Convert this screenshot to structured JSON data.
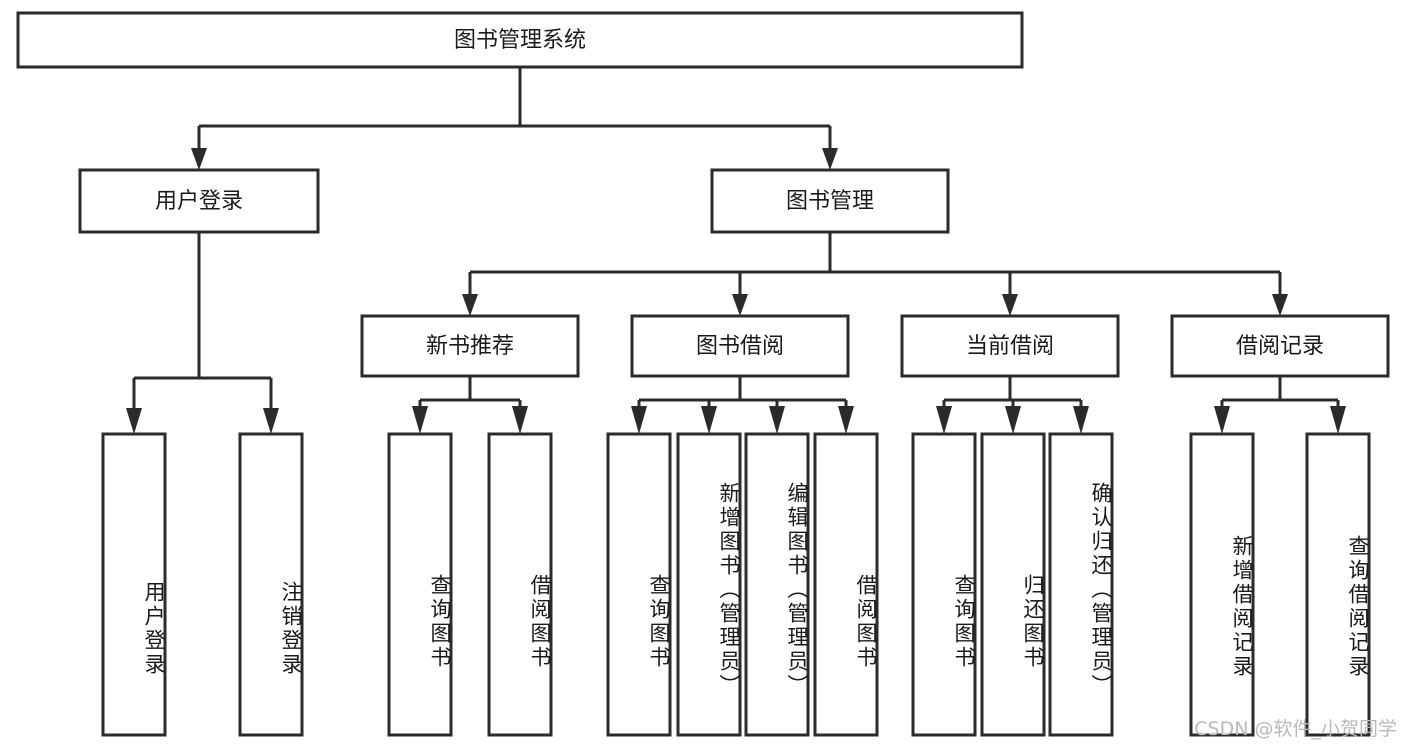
{
  "diagram": {
    "type": "tree",
    "title": "图书管理系统",
    "orientation": "top-down",
    "watermark": "CSDN @软件_小贺同学",
    "colors": {
      "box_fill": "#ffffff",
      "box_stroke": "#2b2b2b",
      "connector": "#2b2b2b",
      "text": "#1a1a1a",
      "watermark": "#b9b9b9",
      "background": "#ffffff"
    },
    "root": {
      "label": "图书管理系统",
      "level": 0
    },
    "level2": [
      {
        "label": "用户登录"
      },
      {
        "label": "图书管理"
      }
    ],
    "level3": [
      {
        "label": "新书推荐"
      },
      {
        "label": "图书借阅"
      },
      {
        "label": "当前借阅"
      },
      {
        "label": "借阅记录"
      }
    ],
    "leaves": {
      "user_login": [
        {
          "label": "用户登录"
        },
        {
          "label": "注销登录"
        }
      ],
      "new_book_recommend": [
        {
          "label": "查询图书"
        },
        {
          "label": "借阅图书"
        }
      ],
      "book_borrow": [
        {
          "label": "查询图书"
        },
        {
          "label": "新增图书（管理员）"
        },
        {
          "label": "编辑图书（管理员）"
        },
        {
          "label": "借阅图书"
        }
      ],
      "current_borrow": [
        {
          "label": "查询图书"
        },
        {
          "label": "归还图书"
        },
        {
          "label": "确认归还（管理员）"
        }
      ],
      "borrow_record": [
        {
          "label": "新增借阅记录"
        },
        {
          "label": "查询借阅记录"
        }
      ]
    }
  }
}
